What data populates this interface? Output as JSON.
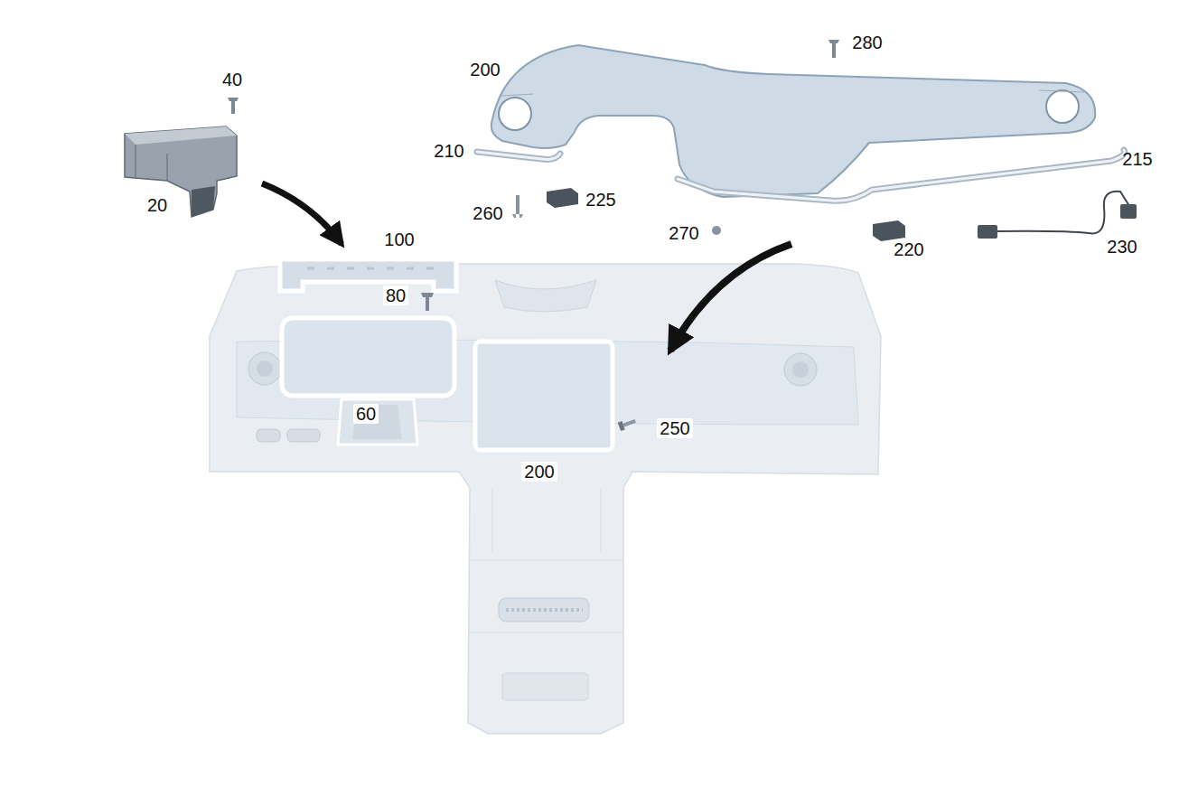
{
  "diagram": {
    "labels": [
      "40",
      "280",
      "200",
      "210",
      "215",
      "20",
      "260",
      "225",
      "270",
      "220",
      "230",
      "100",
      "80",
      "60",
      "250",
      "200"
    ]
  }
}
